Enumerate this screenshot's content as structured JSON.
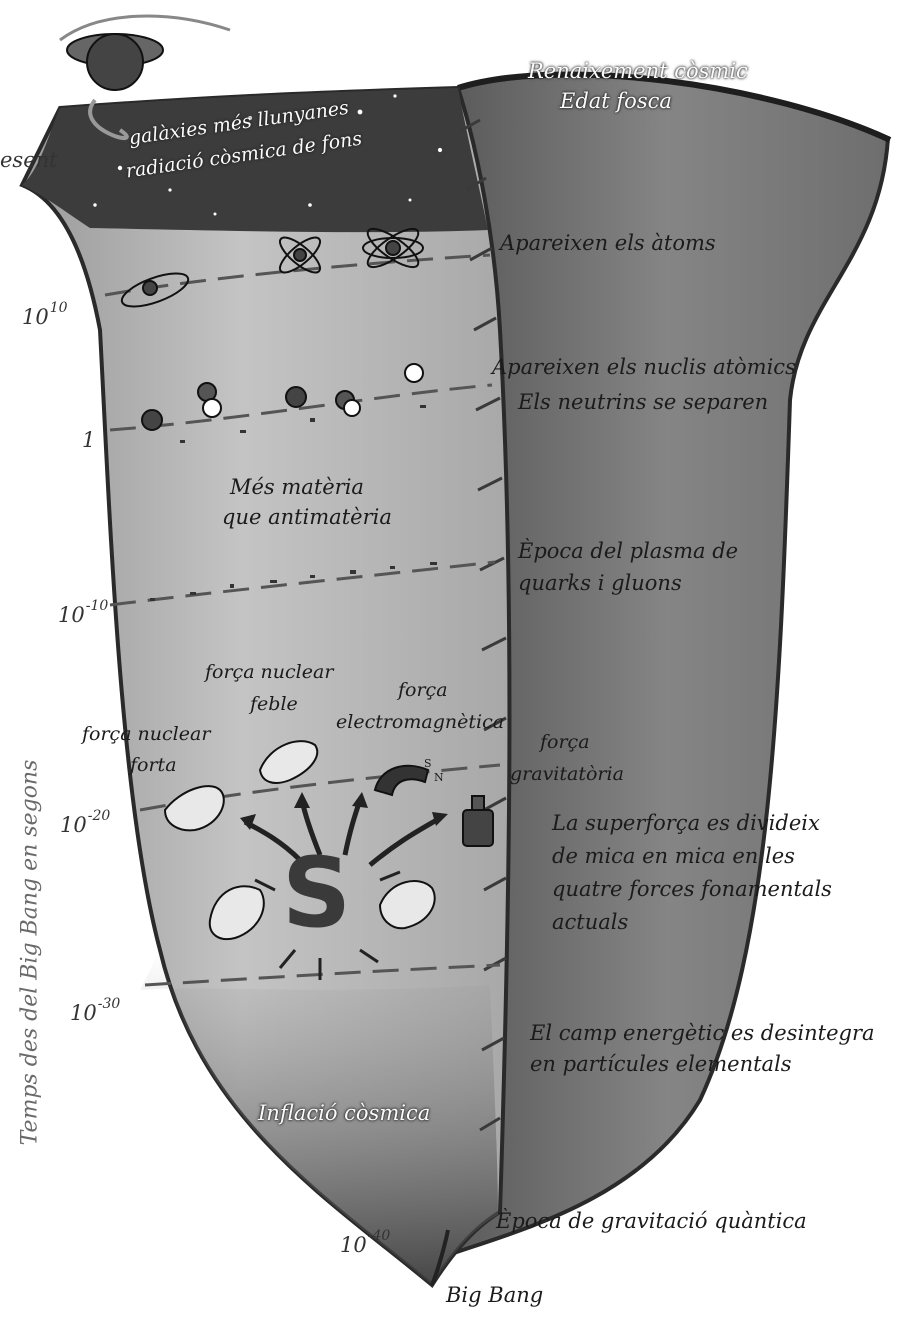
{
  "axis_label": "Temps des del Big Bang en segons",
  "present_label": "esent",
  "bottom_label": "Big Bang",
  "ticks": {
    "t10": {
      "base": "10",
      "exp": "10"
    },
    "t0": {
      "value": "1"
    },
    "tm10": {
      "base": "10",
      "exp": "-10"
    },
    "tm20": {
      "base": "10",
      "exp": "-20"
    },
    "tm30": {
      "base": "10",
      "exp": "-30"
    },
    "tm40": {
      "base": "10",
      "exp": "-40"
    }
  },
  "top_band": {
    "line1": "galàxies més llunyanes",
    "line2": "radiació còsmica de fons"
  },
  "epochs": {
    "renaixement": "Renaixement còsmic",
    "edat_fosca": "Edat fosca",
    "atoms": "Apareixen els àtoms",
    "nuclis": "Apareixen els nuclis atòmics",
    "neutrins": "Els neutrins se separen",
    "materia_1": "Més matèria",
    "materia_2": "que antimatèria",
    "plasma_1": "Època del plasma de",
    "plasma_2": "quarks i gluons",
    "superforca_1": "La superforça es divideix",
    "superforca_2": "de mica en mica en les",
    "superforca_3": "quatre forces fonamentals",
    "superforca_4": "actuals",
    "camp_1": "El camp energètic es desintegra",
    "camp_2": "en partícules elementals",
    "inflacio": "Inflació còsmica",
    "gravitacio": "Època de gravitació quàntica"
  },
  "forces": {
    "forta_1": "força nuclear",
    "forta_2": "forta",
    "feble_1": "força nuclear",
    "feble_2": "feble",
    "em_1": "força",
    "em_2": "electromagnètica",
    "grav_1": "força",
    "grav_2": "gravitatòria"
  },
  "superforce_letter": "S",
  "magnet_letters": {
    "s": "S",
    "n": "N"
  }
}
